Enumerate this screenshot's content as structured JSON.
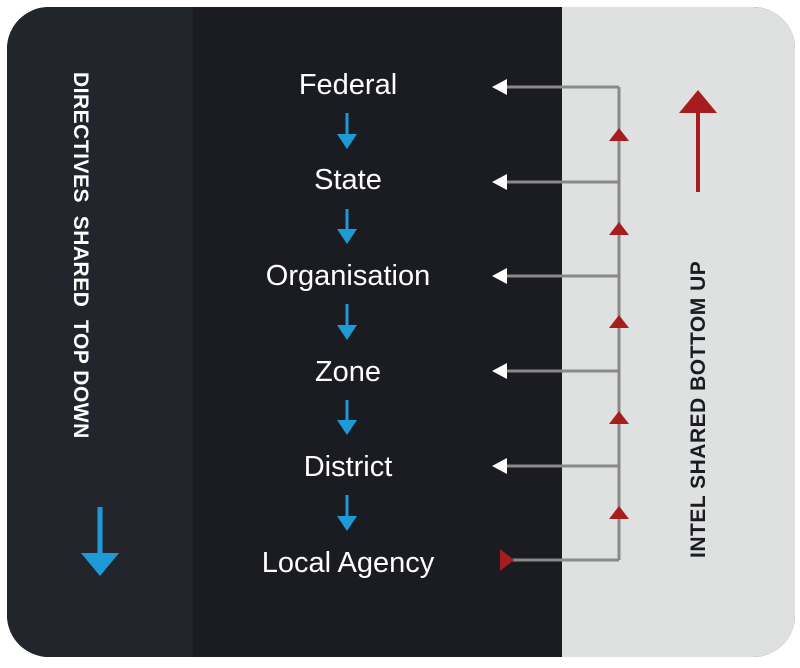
{
  "left_label": "DIRECTIVES  SHARED  TOP DOWN",
  "right_label": "INTEL SHARED BOTTOM UP",
  "levels": [
    {
      "label": "Federal"
    },
    {
      "label": "State"
    },
    {
      "label": "Organisation"
    },
    {
      "label": "Zone"
    },
    {
      "label": "District"
    },
    {
      "label": "Local Agency"
    }
  ],
  "colors": {
    "panel_dark": "#23252c",
    "panel_mid": "#1b1b22",
    "panel_light": "#dfe0e0",
    "arrow_blue": "#1e9bd7",
    "arrow_red": "#a61c1f",
    "connector_gray": "#8a8a8a",
    "text_white": "#ffffff"
  },
  "icons": {
    "down_arrow": "arrow-down-icon",
    "up_arrow": "arrow-up-icon",
    "left_arrow": "arrow-left-icon",
    "up_triangle": "triangle-up-icon"
  }
}
